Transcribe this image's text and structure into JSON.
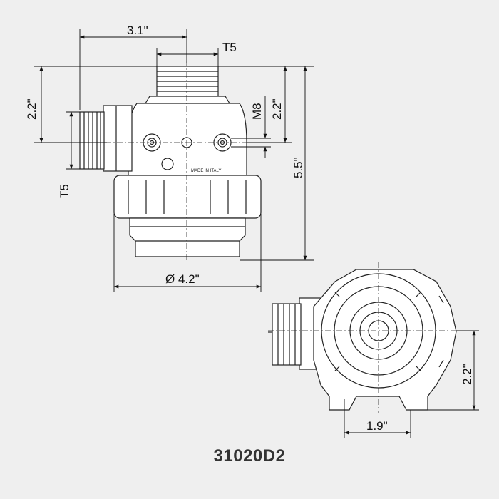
{
  "drawing": {
    "product_code": "31020D2",
    "front_view": {
      "width_top_offset": "3.1\"",
      "outlet_thread": "T5",
      "height_top_to_port": "2.2\"",
      "inlet_thread": "T5",
      "port_thread": "M8",
      "height_top_to_centerline": "2.2\"",
      "overall_height": "5.5\"",
      "diameter": "Ø 4.2\"",
      "marking": "MADE IN ITALY"
    },
    "top_view": {
      "offset_width": "1.9\"",
      "offset_height": "2.2\""
    }
  },
  "colors": {
    "background": "#efefef",
    "line": "#111111",
    "body_fill": "#ffffff"
  }
}
